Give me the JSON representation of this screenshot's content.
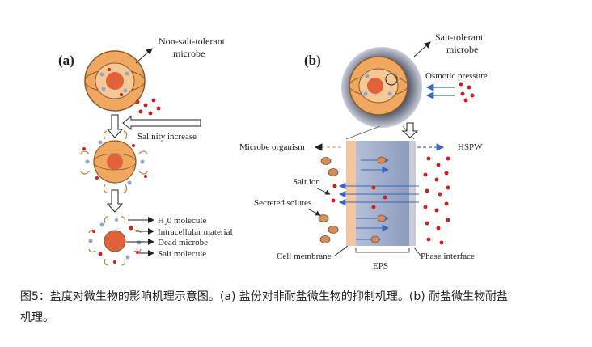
{
  "panel_a": {
    "label": "(a)",
    "microbe_label_1": "Non-salt-tolerant",
    "microbe_label_2": "microbe",
    "salinity_label": "Salinity increase",
    "legend": [
      "H₂0 molecule",
      "Intracellular material",
      "Dead microbe",
      "Salt molecule"
    ]
  },
  "panel_b": {
    "label": "(b)",
    "microbe_label_1": "Salt-tolerant",
    "microbe_label_2": "microbe",
    "osmotic_label": "Osmotic pressure",
    "organism_label": "Microbe organism",
    "hspw_label": "HSPW",
    "salt_ion_label": "Salt ion",
    "secreted_label": "Secreted solutes",
    "membrane_label": "Cell membrane",
    "eps_label": "EPS",
    "phase_label": "Phase interface"
  },
  "caption": {
    "line1": "图5：盐度对微生物的影响机理示意图。(a) 盐份对非耐盐微生物的抑制机理。(b) 耐盐微生物耐盐",
    "line2": "机理。"
  },
  "colors": {
    "cell_orange": "#f0a860",
    "nucleus": "#e0623a",
    "salt_red": "#cc1f1f",
    "water_blue": "#8fa6cc",
    "arrow_blue": "#3a64c8",
    "eps_band": "#9aa8c8",
    "membrane": "#f4c6a0"
  }
}
